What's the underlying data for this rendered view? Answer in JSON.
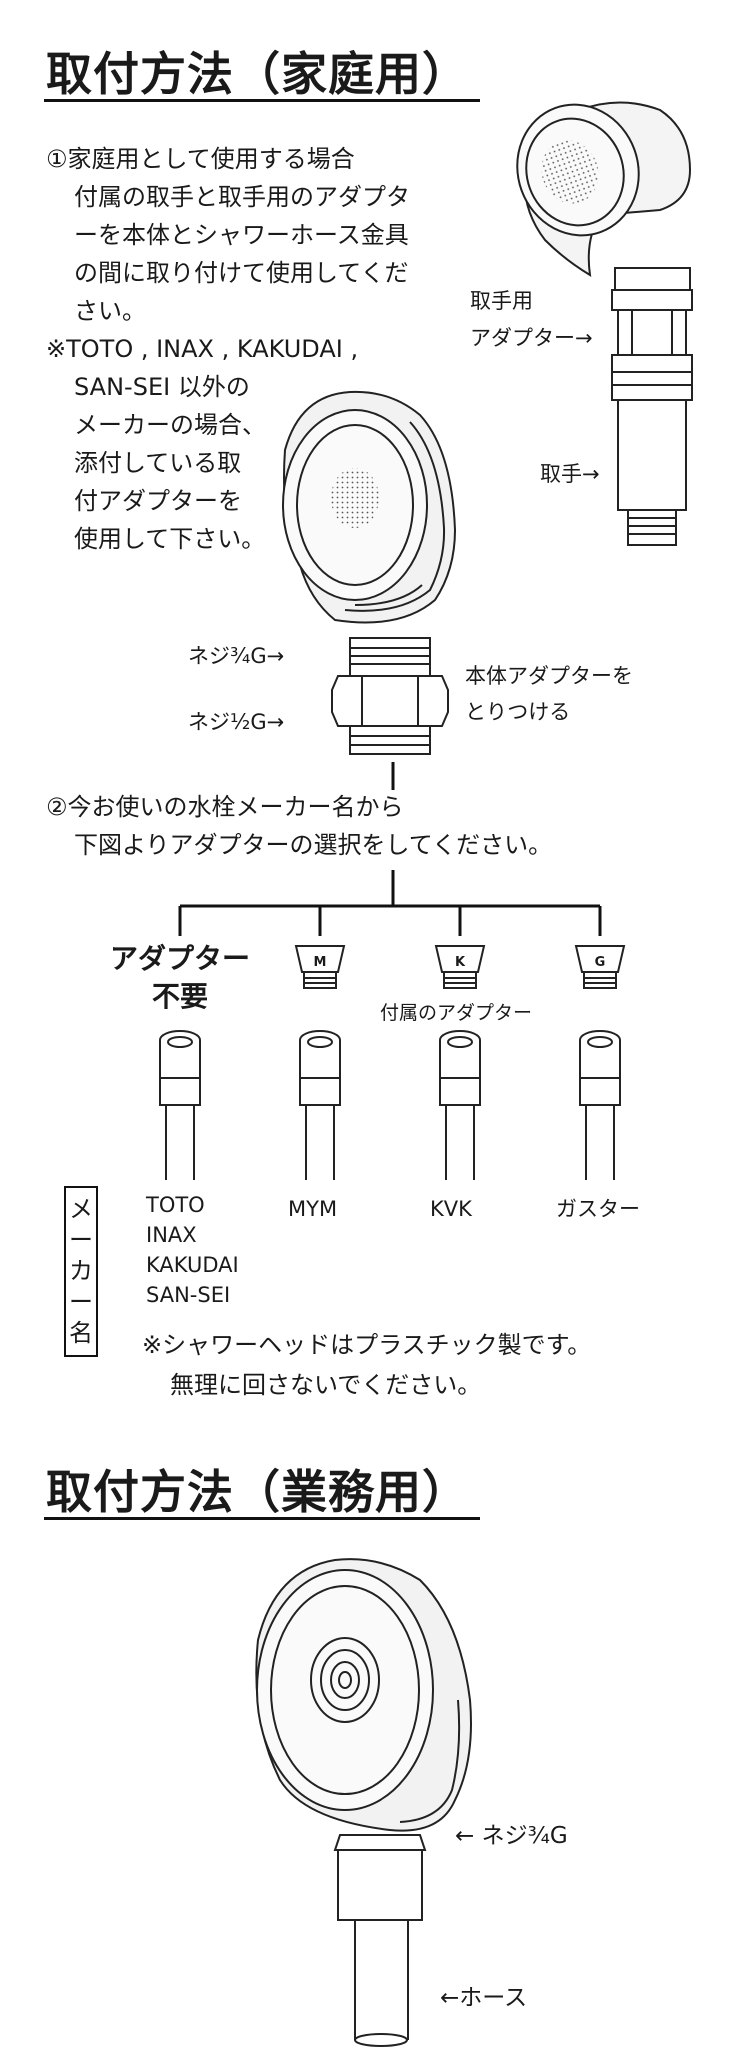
{
  "household": {
    "title": "取付方法（家庭用）",
    "step1_lines": [
      "①家庭用として使用する場合",
      "付属の取手と取手用のアダプタ",
      "ーを本体とシャワーホース金具",
      "の間に取り付けて使用してくだ",
      "さい。"
    ],
    "note_lines": [
      "※TOTO , INAX , KAKUDAI ,",
      "SAN-SEI 以外の",
      "メーカーの場合、",
      "添付している取",
      "付アダプターを",
      "使用して下さい。"
    ],
    "label_handle_adapter_1": "取手用",
    "label_handle_adapter_2": "アダプター→",
    "label_handle": "取手→",
    "label_thread_34": "ネジ¾G→",
    "label_thread_12": "ネジ½G→",
    "label_body_adapter_1": "本体アダプターを",
    "label_body_adapter_2": "とりつける",
    "step2_line1": "②今お使いの水栓メーカー名から",
    "step2_line2": "下図よりアダプターの選択をしてください。",
    "no_adapter_1": "アダプター",
    "no_adapter_2": "不要",
    "adapter_letters": [
      "M",
      "K",
      "G"
    ],
    "included_adapter": "付属のアダプター",
    "maker_vertical": [
      "メ",
      "ー",
      "カ",
      "ー",
      "名"
    ],
    "makers_none": [
      "TOTO",
      "INAX",
      "KAKUDAI",
      "SAN-SEI"
    ],
    "maker_m": "MYM",
    "maker_k": "KVK",
    "maker_g": "ガスター",
    "warning_1": "※シャワーヘッドはプラスチック製です。",
    "warning_2": "無理に回さないでください。"
  },
  "commercial": {
    "title": "取付方法（業務用）",
    "label_thread": "← ネジ¾G",
    "label_hose": "←ホース"
  }
}
